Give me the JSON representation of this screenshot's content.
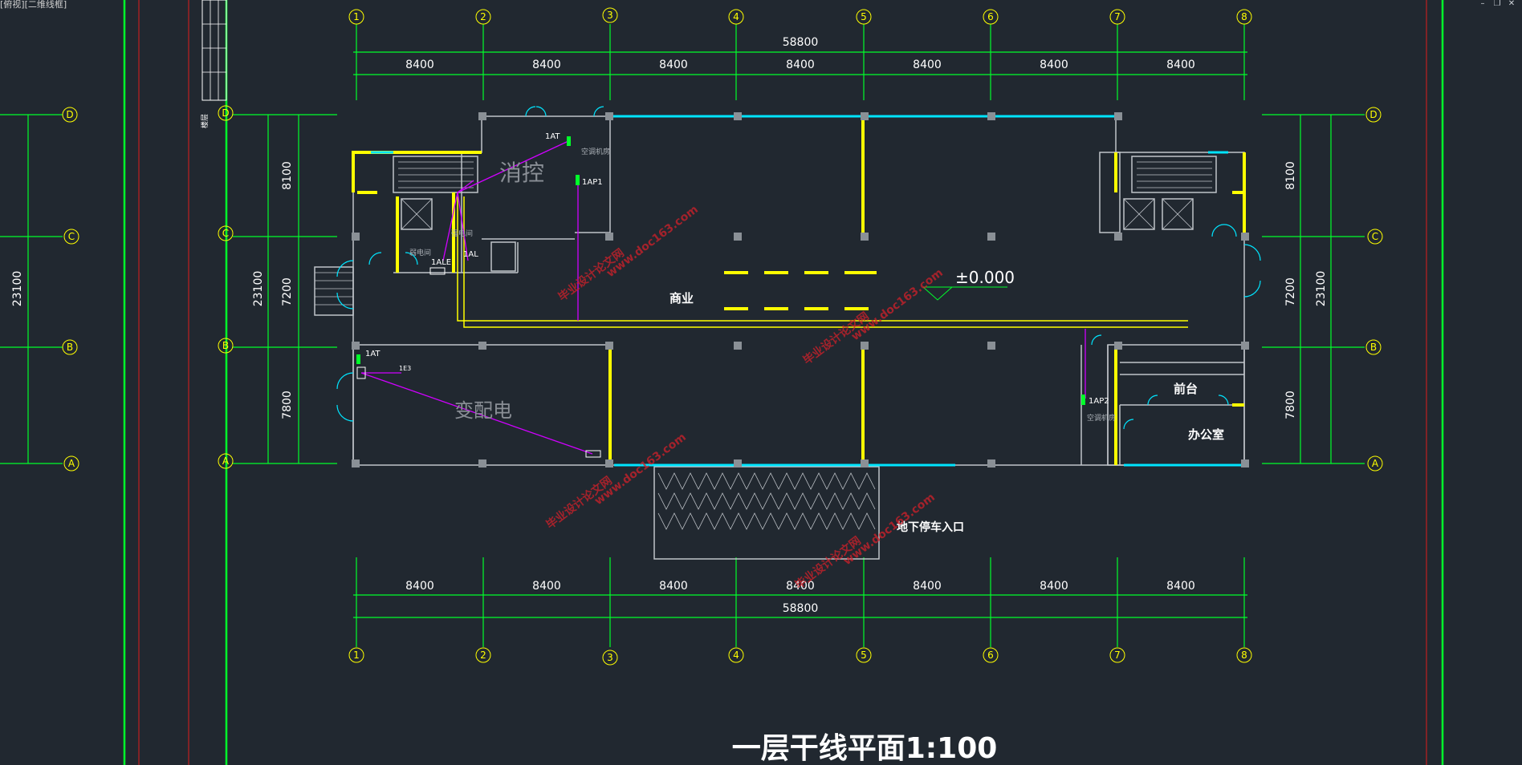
{
  "viewport": {
    "label": "[俯视][二维线框]"
  },
  "window_controls": {
    "minimize": "–",
    "restore": "❐",
    "close": "✕"
  },
  "plan": {
    "title": "一层干线平面1:100",
    "level_mark": "±0.000",
    "grid_columns": [
      "1",
      "2",
      "3",
      "4",
      "5",
      "6",
      "7",
      "8"
    ],
    "grid_rows": [
      "D",
      "C",
      "B",
      "A"
    ],
    "dim_total_x": "58800",
    "dim_bay_x": "8400",
    "dim_total_y": "23100",
    "dim_rows_y": [
      "8100",
      "7200",
      "7800"
    ],
    "rooms": {
      "fire_control": "消控",
      "commercial": "商业",
      "substation": "变配电",
      "reception": "前台",
      "office": "办公室",
      "parking_entrance": "地下停车入口",
      "ac_room": "空调机房",
      "weak_room": "弱电间",
      "strong_room": "强电间"
    },
    "equipment": {
      "at_top": "1AT",
      "ap1": "1AP1",
      "ale": "1ALE",
      "al": "1AL",
      "at_bottom": "1AT",
      "ap2": "1AP2",
      "e3": "1E3"
    },
    "side_label": "楼层"
  },
  "watermark": {
    "line1": "毕业设计论文网",
    "line2": "www.doc163.com"
  },
  "colors": {
    "background": "#212830",
    "grid": "#00ff2a",
    "accent": "#ffff00",
    "glass": "#00e5ff",
    "wire": "#d000ff"
  }
}
